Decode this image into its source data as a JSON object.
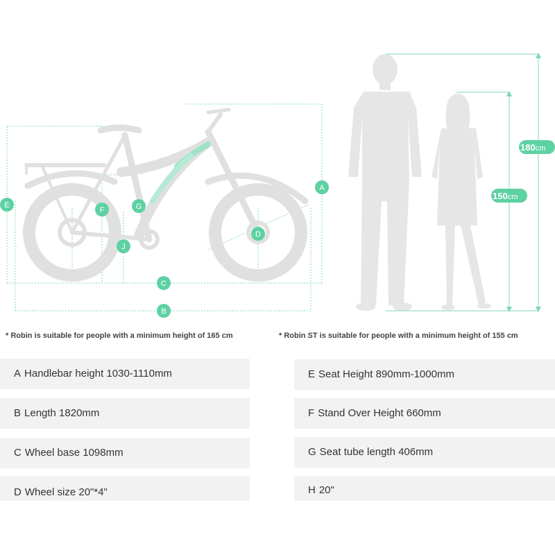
{
  "colors": {
    "accent": "#5ed1a3",
    "silhouette": "#e6e6e6",
    "bike": "#e0e0e0",
    "dim_line": "#7dd8b5",
    "text": "#333333",
    "row_bg": "#f2f2f2"
  },
  "markers": [
    "A",
    "B",
    "C",
    "D",
    "E",
    "F",
    "G",
    "J"
  ],
  "people": {
    "man_height": {
      "value": "180",
      "unit": "cm"
    },
    "woman_height": {
      "value": "150",
      "unit": "cm"
    }
  },
  "notes": {
    "left": "* Robin is suitable for people with a minimum height of 165 cm",
    "right": "* Robin ST is suitable for people with a minimum height of 155 cm"
  },
  "specs_left": [
    {
      "key": "A",
      "text": "Handlebar height 1030-1110mm"
    },
    {
      "key": "B",
      "text": "Length 1820mm"
    },
    {
      "key": "C",
      "text": "Wheel base 1098mm"
    },
    {
      "key": "D",
      "text": "Wheel size 20\"*4\""
    }
  ],
  "specs_right": [
    {
      "key": "E",
      "text": "Seat Height 890mm-1000mm"
    },
    {
      "key": "F",
      "text": "Stand Over Height 660mm"
    },
    {
      "key": "G",
      "text": "Seat tube length 406mm"
    },
    {
      "key": "H",
      "text": "20\""
    }
  ]
}
